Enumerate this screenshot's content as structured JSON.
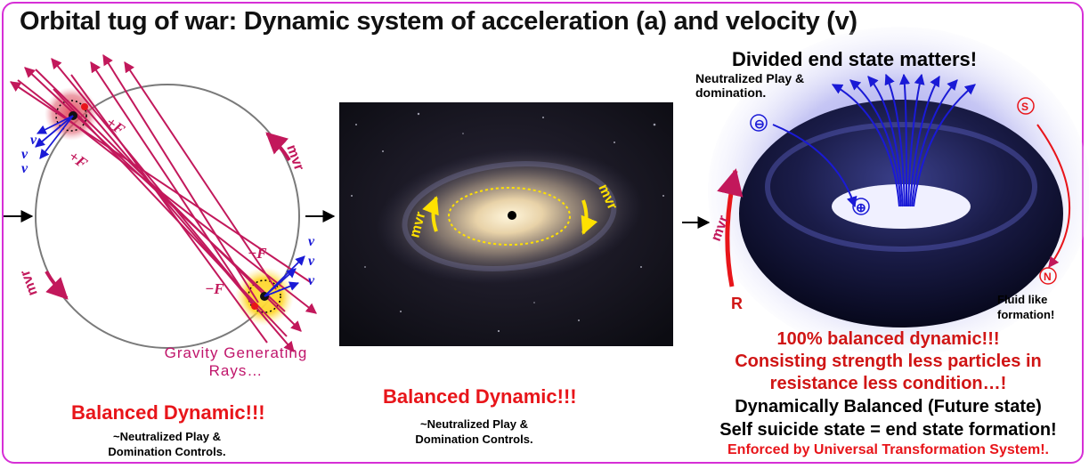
{
  "title": "Orbital tug of war: Dynamic system of acceleration (a) and velocity (v)",
  "left_panel": {
    "force_pos": "+F",
    "force_neg": "−F",
    "velocity": "v",
    "momentum": "mvr",
    "rays_caption": "Gravity Generating Rays…",
    "balanced": "Balanced Dynamic!!!",
    "note": "~Neutralized Play & Domination Controls."
  },
  "middle_panel": {
    "momentum": "mvr",
    "balanced": "Balanced Dynamic!!!",
    "note": "~Neutralized Play & Domination Controls."
  },
  "right_panel": {
    "heading": "Divided end state matters!",
    "np_note": "Neutralized Play & domination.",
    "minus": "⊖",
    "plus": "⊕",
    "pole_s": "S",
    "pole_n": "N",
    "momentum": "mvr",
    "radius": "R",
    "fluid_note": "Fluid like formation!",
    "line1": "100% balanced dynamic!!!",
    "line2": "Consisting strength less particles in",
    "line3": "resistance less condition…!",
    "line4": "Dynamically Balanced (Future state)",
    "line5": "Self suicide state = end state formation!",
    "line6": "Enforced by Universal Transformation System!."
  },
  "arrow_glyph": "→",
  "colors": {
    "frame": "#d62fd6",
    "ray": "#c2185b",
    "velocity": "#1a1ad6",
    "emphasis": "#e8151a",
    "torus": "#14163a"
  }
}
